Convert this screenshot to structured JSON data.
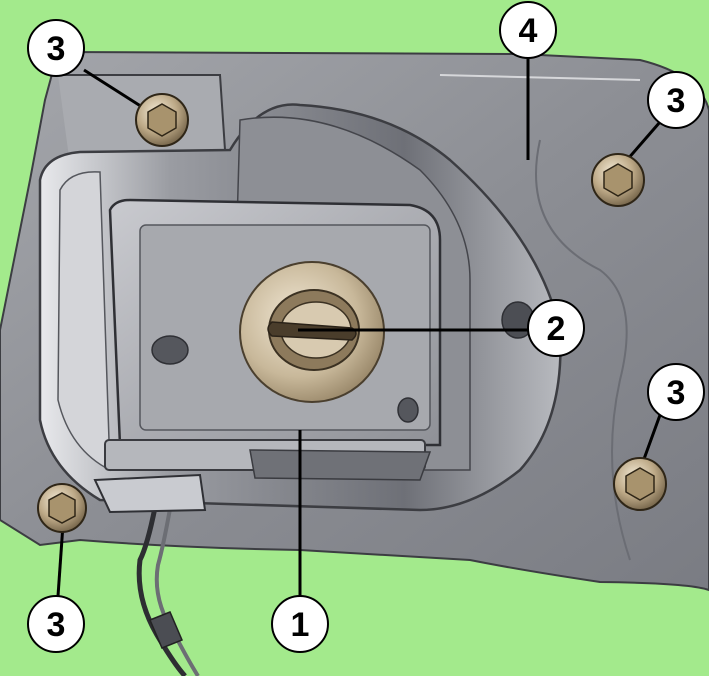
{
  "colors": {
    "background": "#a3ea8c",
    "panel": "#8e9096",
    "panel_shadow": "#5f6168",
    "lock_body": "#b4b5ba",
    "bronze": "#b9a98c",
    "callout_fill": "#ffffff",
    "callout_stroke": "#000000"
  },
  "callouts": [
    {
      "id": "lock-cylinder",
      "label": "1"
    },
    {
      "id": "key-slot",
      "label": "2"
    },
    {
      "id": "nut-top-left",
      "label": "3"
    },
    {
      "id": "nut-upper-right",
      "label": "3"
    },
    {
      "id": "nut-lower-right",
      "label": "3"
    },
    {
      "id": "nut-bottom-left",
      "label": "3"
    },
    {
      "id": "outer-panel",
      "label": "4"
    }
  ]
}
